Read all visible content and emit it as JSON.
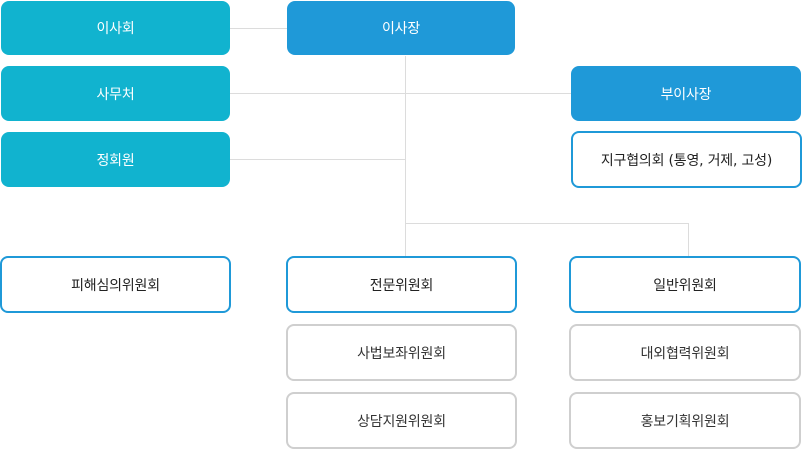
{
  "org": {
    "board": "이사회",
    "chairman": "이사장",
    "secretariat": "사무처",
    "vice_chairman": "부이사장",
    "members": "정회원",
    "regional_council": "지구협의회 (통영, 거제, 고성)",
    "damage_committee": "피해심의위원회",
    "expert_committee": "전문위원회",
    "general_committee": "일반위원회",
    "legal_aid_committee": "사법보좌위원회",
    "cooperation_committee": "대외협력위원회",
    "counseling_committee": "상담지원위원회",
    "pr_committee": "홍보기획위원회"
  },
  "colors": {
    "teal": "#11b3cf",
    "blue": "#1f99d8",
    "gray_border": "#cfcfcf",
    "connector": "#dcdcdc"
  }
}
